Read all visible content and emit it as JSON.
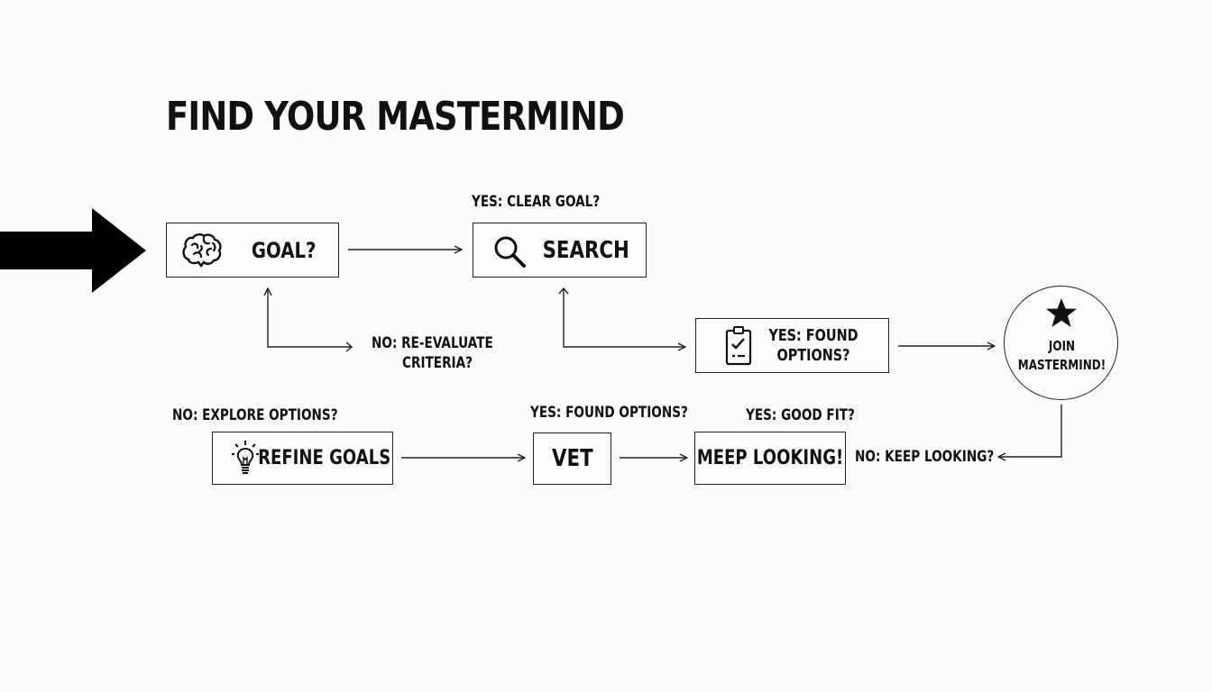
{
  "title": "FIND YOUR MASTERMIND",
  "nodes": {
    "goal": {
      "label": "GOAL?",
      "icon": "brain-icon"
    },
    "search": {
      "label": "SEARCH",
      "icon": "search-icon"
    },
    "found_options": {
      "label_line1": "YES: FOUND",
      "label_line2": "OPTIONS?",
      "icon": "clipboard-check-icon"
    },
    "join": {
      "label_line1": "JOIN",
      "label_line2": "MASTERMIND!",
      "icon": "star-icon"
    },
    "refine": {
      "label": "REFINE GOALS",
      "icon": "lightbulb-icon"
    },
    "vet": {
      "label": "VET"
    },
    "keep": {
      "label": "MEEP LOOKING!"
    }
  },
  "edge_labels": {
    "clear_goal": "YES: CLEAR GOAL?",
    "reevaluate_line1": "NO: RE-EVALUATE",
    "reevaluate_line2": "CRITERIA?",
    "explore": "NO: EXPLORE OPTIONS?",
    "found_options_2": "YES: FOUND OPTIONS?",
    "good_fit": "YES: GOOD FIT?",
    "keep_looking": "NO: KEEP LOOKING?"
  },
  "colors": {
    "ink": "#111111",
    "background": "#fcfcfc"
  }
}
